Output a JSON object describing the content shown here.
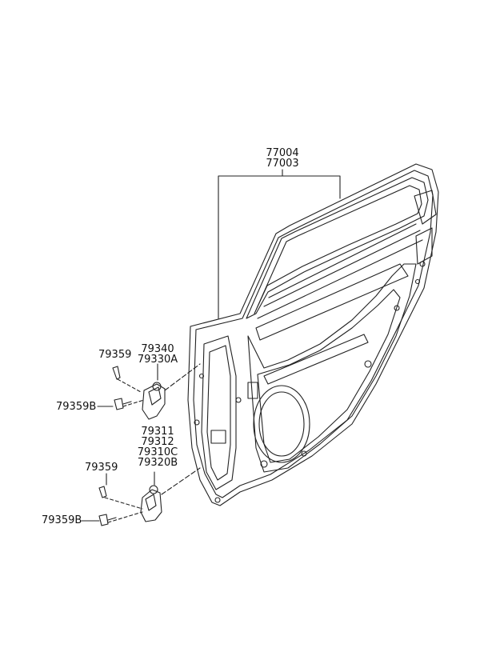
{
  "diagram": {
    "part_labels": {
      "door_panel_a": "77004",
      "door_panel_b": "77003",
      "upper_hinge_a": "79340",
      "upper_hinge_b": "79330A",
      "upper_bolt": "79359",
      "upper_bolt_b": "79359B",
      "lower_hinge_a": "79311",
      "lower_hinge_b": "79312",
      "lower_hinge_c": "79310C",
      "lower_hinge_d": "79320B",
      "lower_bolt": "79359",
      "lower_bolt_b": "79359B"
    }
  }
}
